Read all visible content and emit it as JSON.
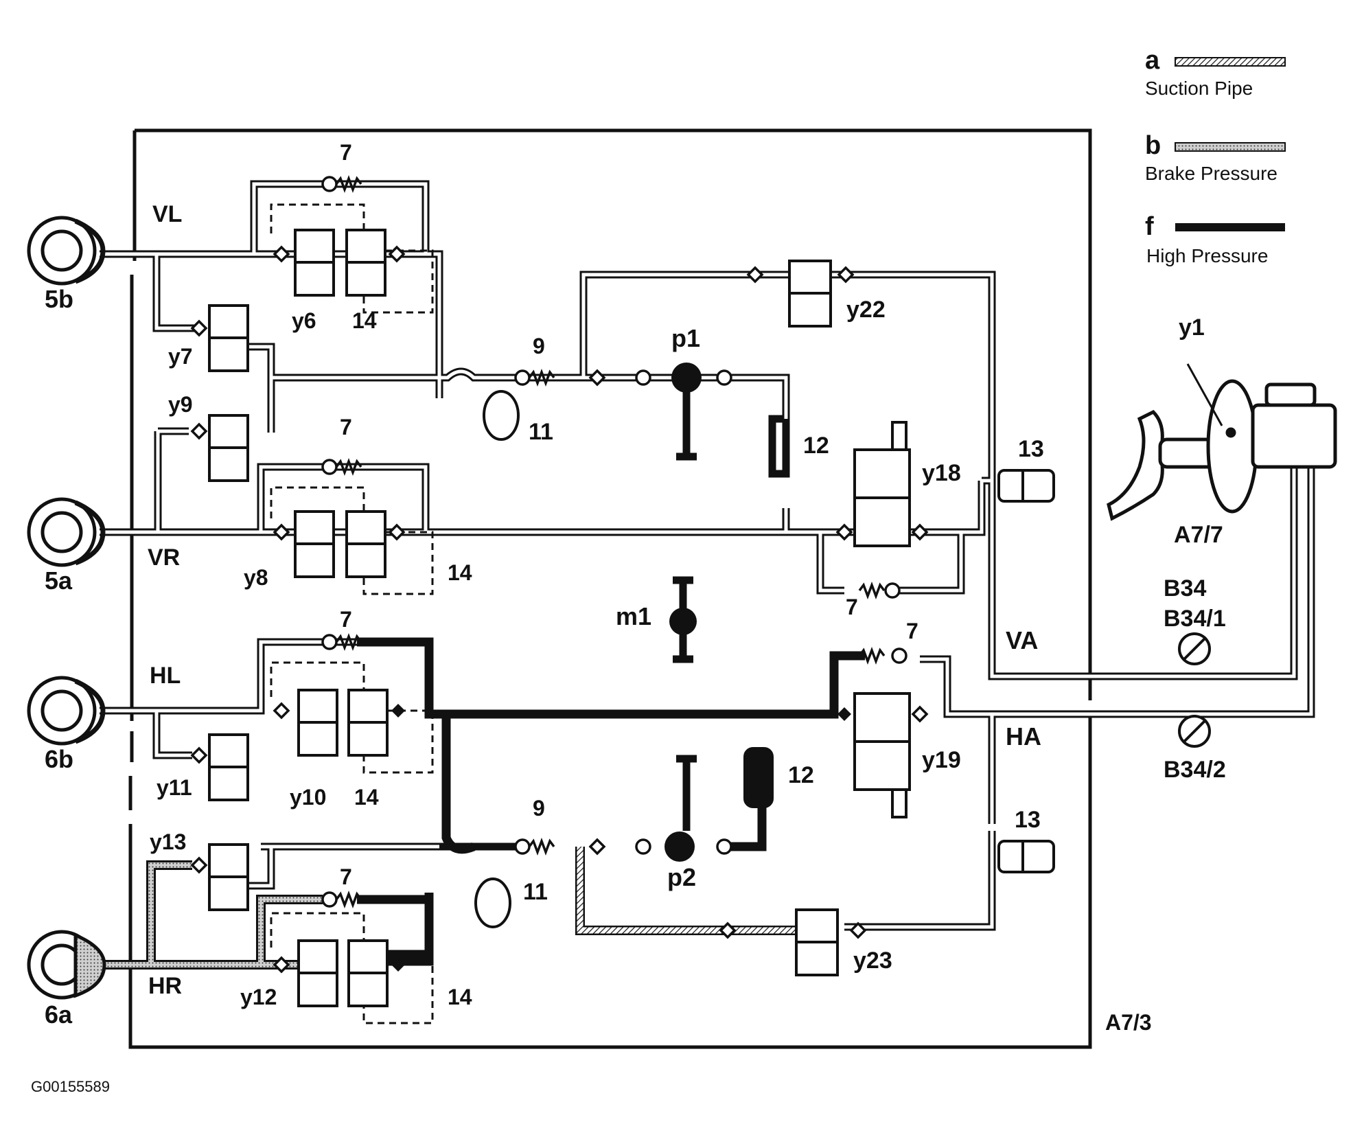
{
  "legend": {
    "items": [
      {
        "key": "a",
        "label": "Suction Pipe"
      },
      {
        "key": "b",
        "label": "Brake Pressure"
      },
      {
        "key": "f",
        "label": "High Pressure"
      }
    ]
  },
  "wheels": {
    "w5b": "5b",
    "w5a": "5a",
    "w6b": "6b",
    "w6a": "6a"
  },
  "circuits": {
    "vl": "VL",
    "vr": "VR",
    "hl": "HL",
    "hr": "HR",
    "va": "VA",
    "ha": "HA"
  },
  "valves": {
    "y6": "y6",
    "y7": "y7",
    "y8": "y8",
    "y9": "y9",
    "y10": "y10",
    "y11": "y11",
    "y12": "y12",
    "y13": "y13",
    "y18": "y18",
    "y19": "y19",
    "y22": "y22",
    "y23": "y23"
  },
  "components": {
    "c7": "7",
    "c9": "9",
    "c11": "11",
    "c12": "12",
    "c13": "13",
    "c14": "14",
    "p1": "p1",
    "p2": "p2",
    "m1": "m1",
    "y1": "y1",
    "a77": "A7/7",
    "b34": "B34",
    "b341": "B34/1",
    "b342": "B34/2",
    "a73": "A7/3"
  },
  "figure_id": "G00155589",
  "colors": {
    "ink": "#111111",
    "paper": "#ffffff",
    "brake_fill": "#b5b5b5"
  }
}
